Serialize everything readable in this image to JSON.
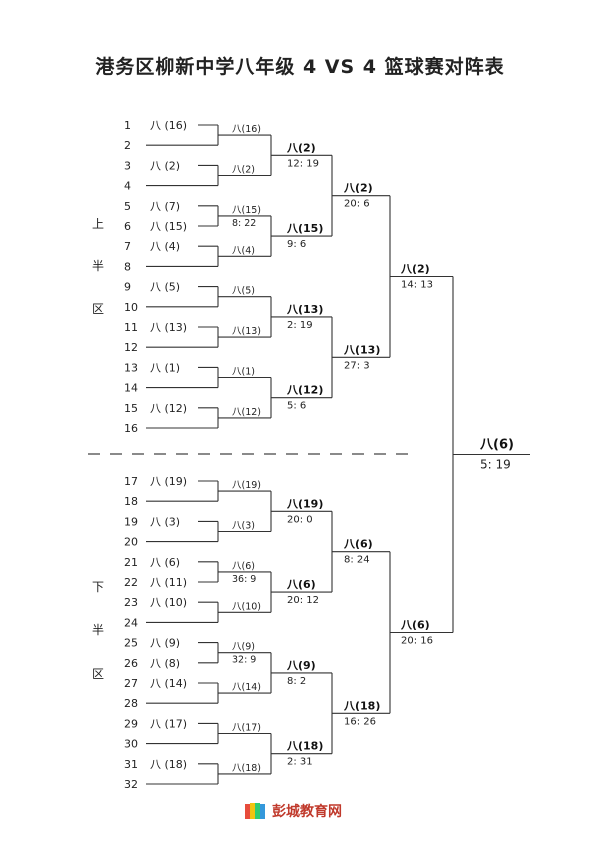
{
  "title": "港务区柳新中学八年级 4 VS 4 篮球赛对阵表",
  "half_labels": {
    "upper": [
      "上",
      "半",
      "区"
    ],
    "lower": [
      "下",
      "半",
      "区"
    ]
  },
  "slots": [
    {
      "n": "1",
      "team": "八 (16)"
    },
    {
      "n": "2",
      "team": ""
    },
    {
      "n": "3",
      "team": "八 (2)"
    },
    {
      "n": "4",
      "team": ""
    },
    {
      "n": "5",
      "team": "八 (7)"
    },
    {
      "n": "6",
      "team": "八 (15)"
    },
    {
      "n": "7",
      "team": "八 (4)"
    },
    {
      "n": "8",
      "team": ""
    },
    {
      "n": "9",
      "team": "八 (5)"
    },
    {
      "n": "10",
      "team": ""
    },
    {
      "n": "11",
      "team": "八 (13)"
    },
    {
      "n": "12",
      "team": ""
    },
    {
      "n": "13",
      "team": "八 (1)"
    },
    {
      "n": "14",
      "team": ""
    },
    {
      "n": "15",
      "team": "八 (12)"
    },
    {
      "n": "16",
      "team": ""
    },
    {
      "n": "17",
      "team": "八 (19)"
    },
    {
      "n": "18",
      "team": ""
    },
    {
      "n": "19",
      "team": "八 (3)"
    },
    {
      "n": "20",
      "team": ""
    },
    {
      "n": "21",
      "team": "八 (6)"
    },
    {
      "n": "22",
      "team": "八 (11)"
    },
    {
      "n": "23",
      "team": "八 (10)"
    },
    {
      "n": "24",
      "team": ""
    },
    {
      "n": "25",
      "team": "八 (9)"
    },
    {
      "n": "26",
      "team": "八 (8)"
    },
    {
      "n": "27",
      "team": "八 (14)"
    },
    {
      "n": "28",
      "team": ""
    },
    {
      "n": "29",
      "team": "八 (17)"
    },
    {
      "n": "30",
      "team": ""
    },
    {
      "n": "31",
      "team": "八 (18)"
    },
    {
      "n": "32",
      "team": ""
    }
  ],
  "round1": [
    {
      "winner": "八(16)",
      "score": ""
    },
    {
      "winner": "八(2)",
      "score": ""
    },
    {
      "winner": "八(15)",
      "score": "8: 22"
    },
    {
      "winner": "八(4)",
      "score": ""
    },
    {
      "winner": "八(5)",
      "score": ""
    },
    {
      "winner": "八(13)",
      "score": ""
    },
    {
      "winner": "八(1)",
      "score": ""
    },
    {
      "winner": "八(12)",
      "score": ""
    },
    {
      "winner": "八(19)",
      "score": ""
    },
    {
      "winner": "八(3)",
      "score": ""
    },
    {
      "winner": "八(6)",
      "score": "36: 9"
    },
    {
      "winner": "八(10)",
      "score": ""
    },
    {
      "winner": "八(9)",
      "score": "32: 9"
    },
    {
      "winner": "八(14)",
      "score": ""
    },
    {
      "winner": "八(17)",
      "score": ""
    },
    {
      "winner": "八(18)",
      "score": ""
    }
  ],
  "round2": [
    {
      "winner": "八(2)",
      "score": "12: 19"
    },
    {
      "winner": "八(15)",
      "score": "9: 6"
    },
    {
      "winner": "八(13)",
      "score": "2: 19"
    },
    {
      "winner": "八(12)",
      "score": "5: 6"
    },
    {
      "winner": "八(19)",
      "score": "20: 0"
    },
    {
      "winner": "八(6)",
      "score": "20: 12"
    },
    {
      "winner": "八(9)",
      "score": "8: 2"
    },
    {
      "winner": "八(18)",
      "score": "2: 31"
    }
  ],
  "round3": [
    {
      "winner": "八(2)",
      "score": "20: 6"
    },
    {
      "winner": "八(13)",
      "score": "27: 3"
    },
    {
      "winner": "八(6)",
      "score": "8: 24"
    },
    {
      "winner": "八(18)",
      "score": "16: 26"
    }
  ],
  "round4": [
    {
      "winner": "八(2)",
      "score": "14: 13"
    },
    {
      "winner": "八(6)",
      "score": "20: 16"
    }
  ],
  "final": {
    "winner": "八(6)",
    "score": "5: 19"
  },
  "logo": {
    "text": "彭城教育网",
    "icon": "book-icon",
    "color": "#c0392b"
  }
}
